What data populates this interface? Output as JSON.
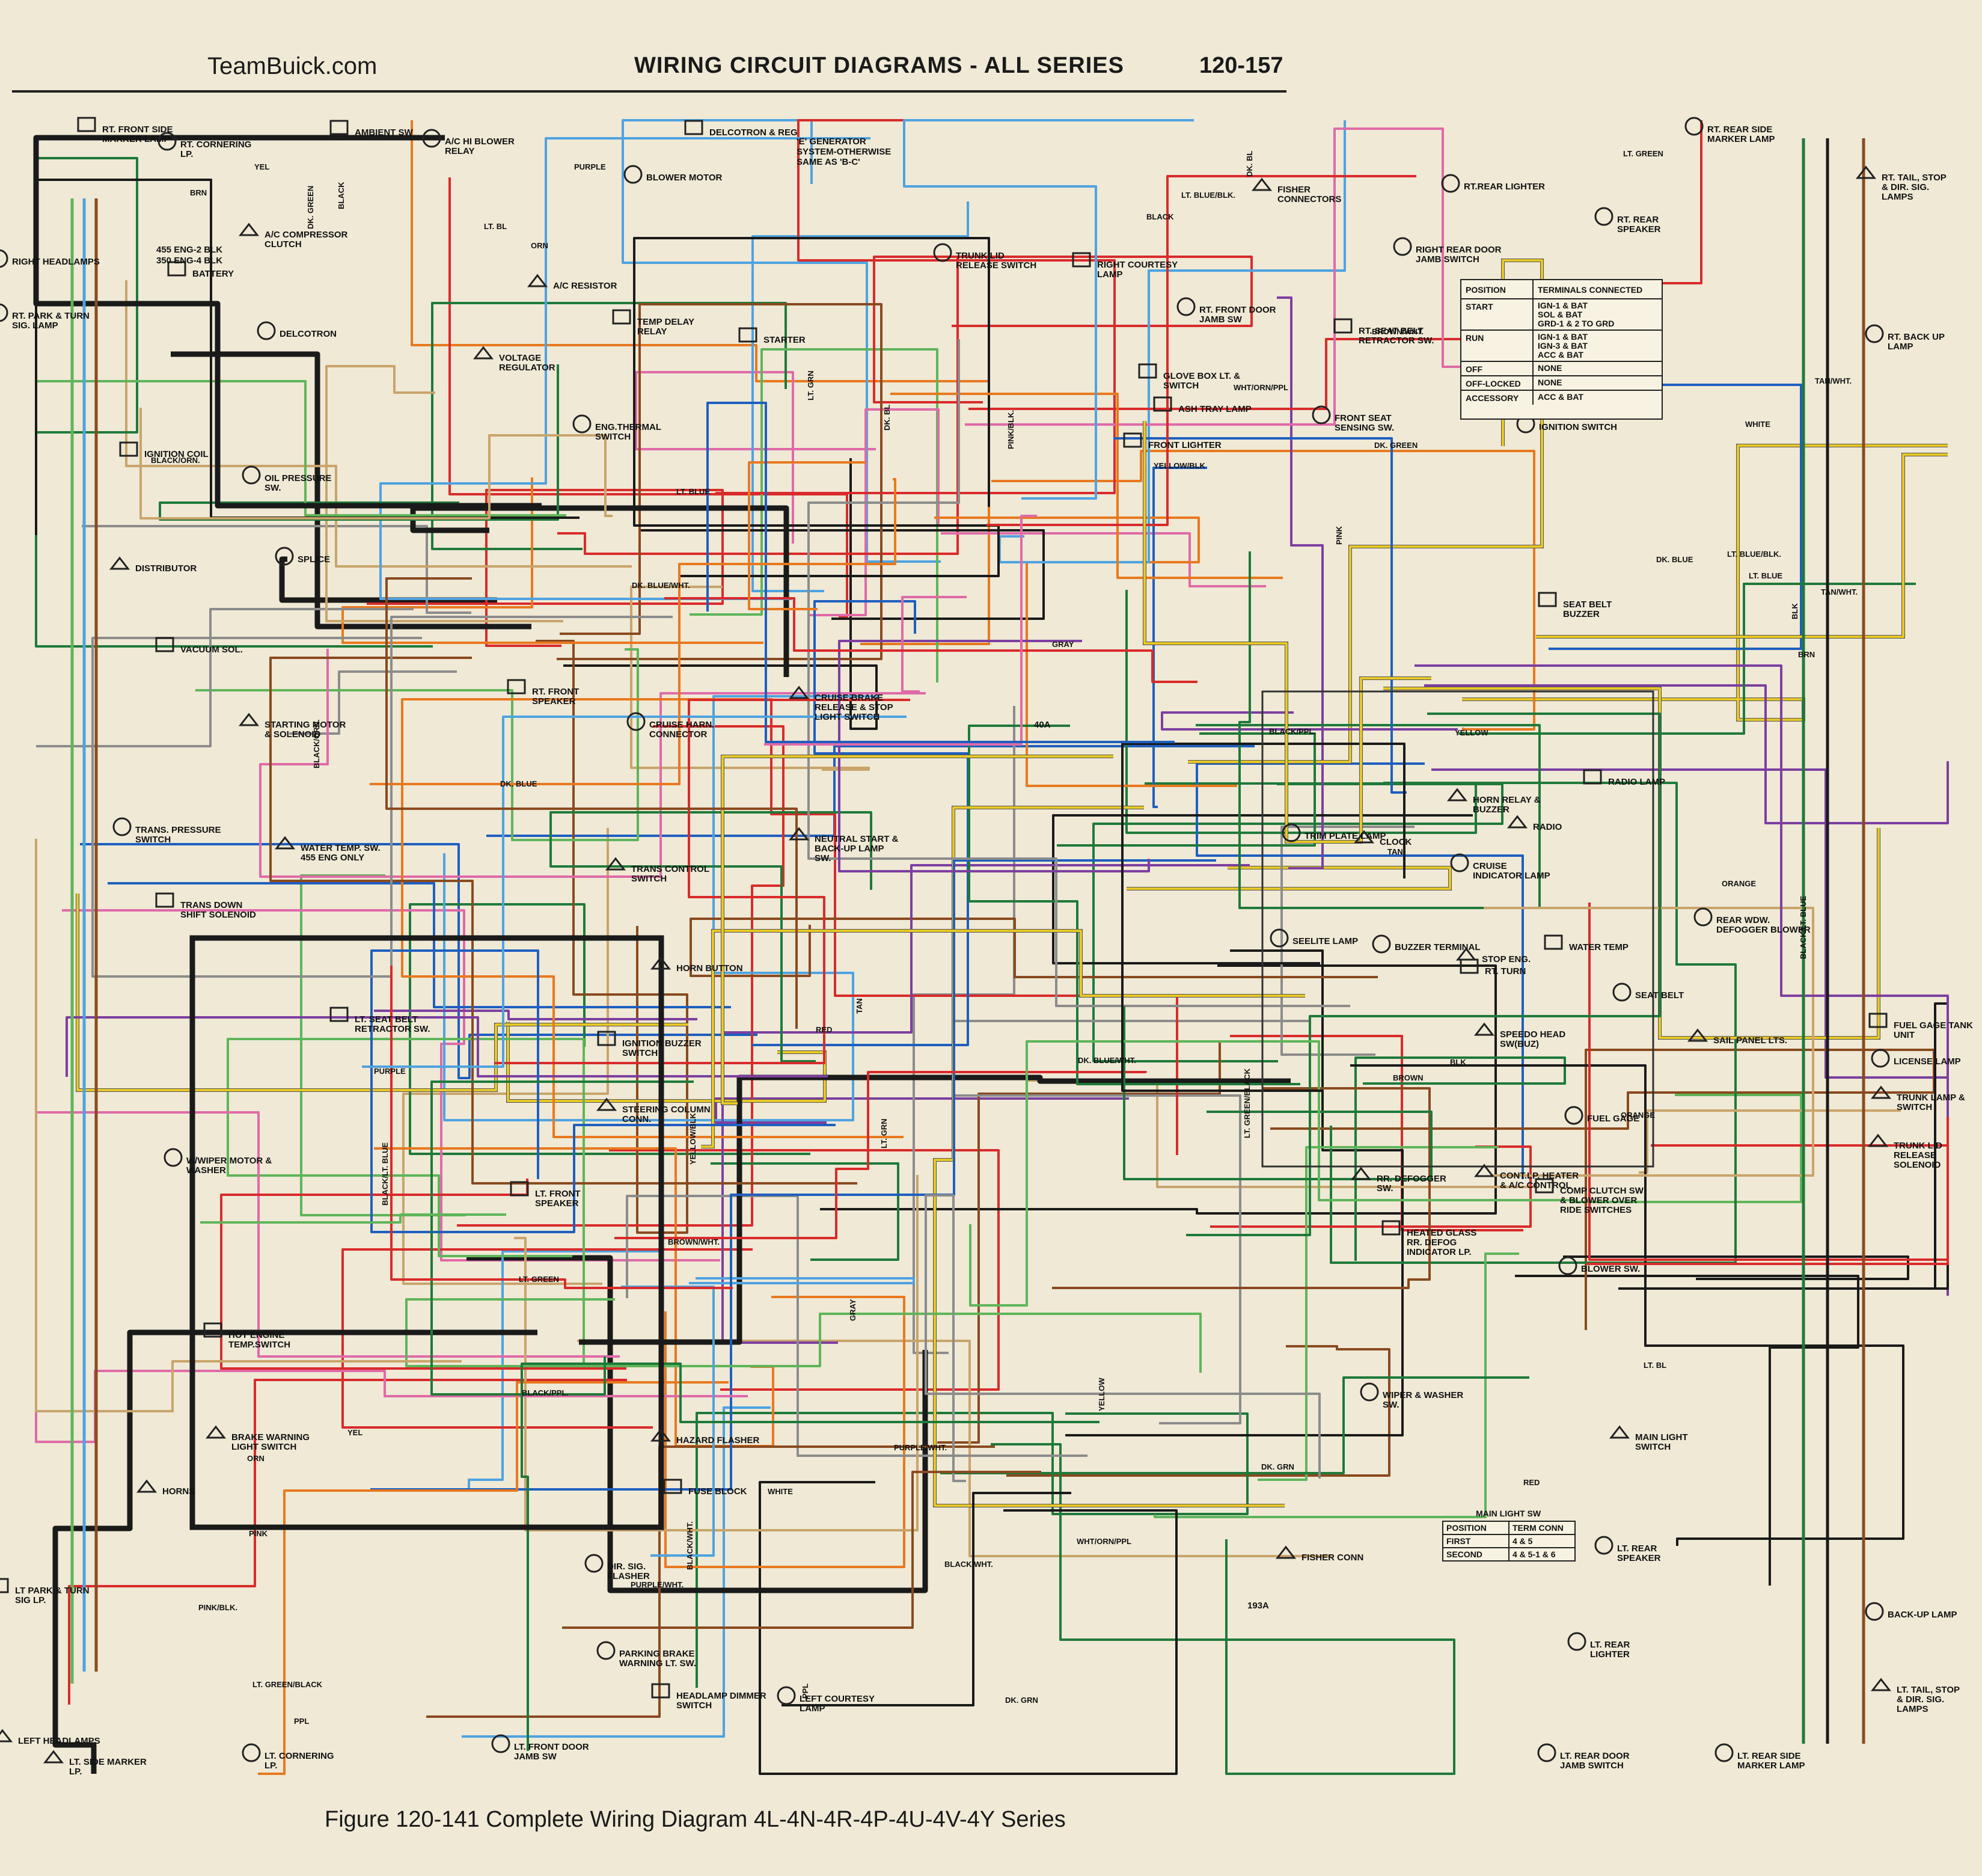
{
  "header": {
    "site": "TeamBuick.com",
    "title": "WIRING CIRCUIT DIAGRAMS - ALL SERIES",
    "page_number": "120-157"
  },
  "caption": "Figure 120-141 Complete Wiring Diagram 4L-4N-4R-4P-4U-4V-4Y Series",
  "components": [
    {
      "name": "rt-front-side-marker-lamp",
      "label": "RT. FRONT SIDE MARKER LAMP"
    },
    {
      "name": "rt-cornering-lp",
      "label": "RT. CORNERING LP."
    },
    {
      "name": "right-headlamps",
      "label": "RIGHT HEADLAMPS"
    },
    {
      "name": "rt-park-turn-sig-lamp",
      "label": "RT. PARK & TURN SIG. LAMP"
    },
    {
      "name": "ac-compressor-clutch",
      "label": "A/C COMPRESSOR CLUTCH"
    },
    {
      "name": "battery",
      "label": "BATTERY"
    },
    {
      "name": "delcotron",
      "label": "DELCOTRON"
    },
    {
      "name": "ambient-sw",
      "label": "AMBIENT SW"
    },
    {
      "name": "ac-hi-blower-relay",
      "label": "A/C HI BLOWER RELAY"
    },
    {
      "name": "blower-motor",
      "label": "BLOWER MOTOR"
    },
    {
      "name": "ac-resistor",
      "label": "A/C RESISTOR"
    },
    {
      "name": "temp-delay-relay",
      "label": "TEMP DELAY RELAY"
    },
    {
      "name": "voltage-regulator",
      "label": "VOLTAGE REGULATOR"
    },
    {
      "name": "eng-thermal-switch",
      "label": "ENG.THERMAL SWITCH"
    },
    {
      "name": "delcotron-reg",
      "label": "DELCOTRON & REG"
    },
    {
      "name": "starter",
      "label": "STARTER"
    },
    {
      "name": "trunk-lid-release-switch",
      "label": "TRUNK LID RELEASE SWITCH"
    },
    {
      "name": "right-courtesy-lamp",
      "label": "RIGHT COURTESY LAMP"
    },
    {
      "name": "rt-front-door-jamb-sw",
      "label": "RT. FRONT DOOR JAMB SW"
    },
    {
      "name": "glove-box-lt-switch",
      "label": "GLOVE BOX LT. & SWITCH"
    },
    {
      "name": "ash-tray-lamp",
      "label": "ASH TRAY LAMP"
    },
    {
      "name": "front-lighter",
      "label": "FRONT LIGHTER"
    },
    {
      "name": "rt-rear-lighter",
      "label": "RT.REAR LIGHTER"
    },
    {
      "name": "right-rear-door-jamb-switch",
      "label": "RIGHT REAR DOOR JAMB SWITCH"
    },
    {
      "name": "rt-seat-belt-retractor-sw",
      "label": "RT. SEAT BELT RETRACTOR SW."
    },
    {
      "name": "front-seat-sensing-sw",
      "label": "FRONT SEAT SENSING SW."
    },
    {
      "name": "ignition-switch",
      "label": "IGNITION SWITCH"
    },
    {
      "name": "rt-rear-speaker",
      "label": "RT. REAR SPEAKER"
    },
    {
      "name": "rt-rear-side-marker-lamp",
      "label": "RT. REAR SIDE MARKER LAMP"
    },
    {
      "name": "rt-tail-stop-dir-sig-lamps",
      "label": "RT. TAIL, STOP & DIR. SIG. LAMPS"
    },
    {
      "name": "rt-back-up-lamp",
      "label": "RT. BACK UP LAMP"
    },
    {
      "name": "ignition-coil",
      "label": "IGNITION COIL"
    },
    {
      "name": "oil-pressure-sw",
      "label": "OIL PRESSURE SW."
    },
    {
      "name": "distributor",
      "label": "DISTRIBUTOR"
    },
    {
      "name": "splice",
      "label": "SPLICE"
    },
    {
      "name": "vacuum-sol",
      "label": "VACUUM SOL."
    },
    {
      "name": "starting-motor-solenoid",
      "label": "STARTING MOTOR & SOLENOID"
    },
    {
      "name": "seat-belt-buzzer",
      "label": "SEAT BELT BUZZER"
    },
    {
      "name": "rt-front-speaker",
      "label": "RT. FRONT SPEAKER"
    },
    {
      "name": "cruise-harn-connector",
      "label": "CRUISE HARN. CONNECTOR"
    },
    {
      "name": "cruise-brake-release-stop-light-switch",
      "label": "CRUISE BRAKE RELEASE & STOP LIGHT SWITCH"
    },
    {
      "name": "horn-relay-buzzer",
      "label": "HORN RELAY & BUZZER"
    },
    {
      "name": "radio",
      "label": "RADIO"
    },
    {
      "name": "radio-lamp",
      "label": "RADIO LAMP"
    },
    {
      "name": "clock",
      "label": "CLOCK"
    },
    {
      "name": "trim-plate-lamp",
      "label": "TRIM PLATE LAMP"
    },
    {
      "name": "cruise-indicator-lamp",
      "label": "CRUISE INDICATOR LAMP"
    },
    {
      "name": "trans-pressure-switch",
      "label": "TRANS. PRESSURE SWITCH"
    },
    {
      "name": "water-temp-sw-455-eng-only",
      "label": "WATER TEMP. SW. 455 ENG ONLY"
    },
    {
      "name": "trans-down-shift-solenoid",
      "label": "TRANS DOWN SHIFT SOLENOID"
    },
    {
      "name": "trans-control-switch",
      "label": "TRANS CONTROL SWITCH"
    },
    {
      "name": "neutral-start-back-up-lamp-sw",
      "label": "NEUTRAL START & BACK-UP LAMP SW."
    },
    {
      "name": "rear-wdw-defogger-blower",
      "label": "REAR WDW. DEFOGGER BLOWER"
    },
    {
      "name": "lt-seat-belt-retractor-sw",
      "label": "LT. SEAT BELT RETRACTOR SW."
    },
    {
      "name": "horn-button",
      "label": "HORN BUTTON"
    },
    {
      "name": "ignition-buzzer-switch",
      "label": "IGNITION BUZZER SWITCH"
    },
    {
      "name": "steering-column-conn",
      "label": "STEERING COLUMN CONN."
    },
    {
      "name": "seelite-lamp",
      "label": "SEELITE LAMP"
    },
    {
      "name": "buzzer-terminal",
      "label": "BUZZER TERMINAL"
    },
    {
      "name": "rt-turn",
      "label": "RT. TURN"
    },
    {
      "name": "stop-eng",
      "label": "STOP ENG."
    },
    {
      "name": "water-temp",
      "label": "WATER TEMP"
    },
    {
      "name": "speedo-head",
      "label": "SPEEDO HEAD SW(BUZ)"
    },
    {
      "name": "fuel-gage",
      "label": "FUEL GAGE"
    },
    {
      "name": "seat-belt",
      "label": "SEAT BELT"
    },
    {
      "name": "sail-panel-lts",
      "label": "SAIL PANEL LTS."
    },
    {
      "name": "fuel-gage-tank-unit",
      "label": "FUEL GAGE TANK UNIT"
    },
    {
      "name": "license-lamp",
      "label": "LICENSE LAMP"
    },
    {
      "name": "trunk-lamp-switch",
      "label": "TRUNK LAMP & SWITCH"
    },
    {
      "name": "trunk-lid-release-solenoid",
      "label": "TRUNK LID RELEASE SOLENOID"
    },
    {
      "name": "wiper-motor-washer",
      "label": "W/WIPER MOTOR & WASHER"
    },
    {
      "name": "lt-front-speaker",
      "label": "LT. FRONT SPEAKER"
    },
    {
      "name": "rr-defogger-sw",
      "label": "RR. DEFOGGER SW."
    },
    {
      "name": "heated-glass-rr-defog-indicator-lp",
      "label": "HEATED GLASS RR. DEFOG INDICATOR LP."
    },
    {
      "name": "heater-ac-control",
      "label": "CONT.LP. HEATER & A/C CONTROL"
    },
    {
      "name": "comp-clutch-sw-blower-over-ride-switches",
      "label": "COMP CLUTCH SW & BLOWER OVER RIDE SWITCHES"
    },
    {
      "name": "blower-sw",
      "label": "BLOWER SW."
    },
    {
      "name": "hot-engine-temp-switch",
      "label": "HOT ENGINE TEMP.SWITCH"
    },
    {
      "name": "brake-warning-light-switch",
      "label": "BRAKE WARNING LIGHT SWITCH"
    },
    {
      "name": "horns",
      "label": "HORNS"
    },
    {
      "name": "wiper-washer-sw",
      "label": "WIPER & WASHER SW."
    },
    {
      "name": "main-light-switch",
      "label": "MAIN LIGHT SWITCH"
    },
    {
      "name": "hazard-flasher",
      "label": "HAZARD FLASHER"
    },
    {
      "name": "fuse-block",
      "label": "FUSE BLOCK"
    },
    {
      "name": "dir-sig-flasher",
      "label": "DIR. SIG. FLASHER"
    },
    {
      "name": "lt-rear-speaker",
      "label": "LT. REAR SPEAKER"
    },
    {
      "name": "back-up-lamp",
      "label": "BACK-UP LAMP"
    },
    {
      "name": "lt-tail-stop-dir-sig-lamps",
      "label": "LT. TAIL, STOP & DIR. SIG. LAMPS"
    },
    {
      "name": "lt-park-turn-sig-lp",
      "label": "LT PARK & TURN SIG LP."
    },
    {
      "name": "left-headlamps",
      "label": "LEFT HEADLAMPS"
    },
    {
      "name": "lt-side-marker-lp",
      "label": "LT. SIDE MARKER LP."
    },
    {
      "name": "lt-cornering-lp",
      "label": "LT. CORNERING LP."
    },
    {
      "name": "parking-brake-warning-lt-sw",
      "label": "PARKING BRAKE WARNING LT. SW."
    },
    {
      "name": "headlamp-dimmer-switch",
      "label": "HEADLAMP DIMMER SWITCH"
    },
    {
      "name": "left-courtesy-lamp",
      "label": "LEFT COURTESY LAMP"
    },
    {
      "name": "lt-front-door-jamb-sw",
      "label": "LT. FRONT DOOR JAMB SW"
    },
    {
      "name": "fisher-connectors",
      "label": "FISHER CONNECTORS"
    },
    {
      "name": "fisher-conn",
      "label": "FISHER CONN"
    },
    {
      "name": "lt-rear-lighter",
      "label": "LT. REAR LIGHTER"
    },
    {
      "name": "lt-rear-door-jamb-switch",
      "label": "LT. REAR DOOR JAMB SWITCH"
    },
    {
      "name": "lt-rear-side-marker-lamp",
      "label": "LT. REAR SIDE MARKER LAMP"
    }
  ],
  "notes": [
    {
      "name": "e-generator-note",
      "text": "'E' GENERATOR SYSTEM-OTHERWISE SAME AS 'B-C'"
    },
    {
      "name": "engine-battery-note-1",
      "text": "455 ENG-2 BLK"
    },
    {
      "name": "engine-battery-note-2",
      "text": "350 ENG-4 BLK"
    },
    {
      "name": "fuse-40a",
      "text": "40A"
    },
    {
      "name": "fisher-193a",
      "text": "193A"
    }
  ],
  "wire_labels": [
    "LT. GRN",
    "BLK",
    "GRAY",
    "TAN",
    "BRN",
    "DK. GRN",
    "WHITE",
    "DK. BLUE",
    "RED",
    "ORN",
    "BROWN/WHT.",
    "LT. BL",
    "BLACK/ORN.",
    "BLACK/WHT.",
    "ORANGE",
    "PINK",
    "PURPLE",
    "YELLOW",
    "LT. BLUE",
    "DK. GREEN",
    "BLACK",
    "BROWN",
    "LT. GREEN",
    "YELLOW/BLK",
    "PURPLE/WHT.",
    "WHT/ORN/PPL",
    "TAN/WHT.",
    "LT. GREEN/BLACK",
    "BLACK/LT. BLUE",
    "DK. BLUE/WHT.",
    "LT. BLUE/BLK.",
    "BLACK/PPL.",
    "PINK/BLK.",
    "YEL",
    "PPL",
    "DK. BL"
  ],
  "ignition_switch_table": {
    "headers": [
      "POSITION",
      "TERMINALS CONNECTED"
    ],
    "rows": [
      [
        "START",
        "IGN-1 & BAT SOL & BAT GRD-1 & 2 TO GRD"
      ],
      [
        "RUN",
        "IGN-1 & BAT IGN-3 & BAT ACC & BAT"
      ],
      [
        "OFF",
        "NONE"
      ],
      [
        "OFF-LOCKED",
        "NONE"
      ],
      [
        "ACCESSORY",
        "ACC & BAT"
      ]
    ]
  },
  "main_light_table": {
    "title": "MAIN LIGHT SW",
    "headers": [
      "POSITION",
      "TERM CONN"
    ],
    "rows": [
      [
        "FIRST",
        "4 & 5"
      ],
      [
        "SECOND",
        "4 & 5-1 & 6"
      ]
    ]
  },
  "colors": {
    "paper": "#efe9d6",
    "black": "#1a1a1a",
    "red": "#d92b2b",
    "dk_blue": "#1f5fbf",
    "lt_blue": "#4fa3e0",
    "dk_green": "#1f7a3a",
    "lt_green": "#5fb55a",
    "yellow": "#e8c826",
    "orange": "#e8791f",
    "brown": "#8a4a1f",
    "tan": "#c9a46b",
    "purple": "#7d3fa0",
    "pink": "#e06aa8",
    "gray": "#8c8c8c",
    "white": "#fafafa"
  }
}
